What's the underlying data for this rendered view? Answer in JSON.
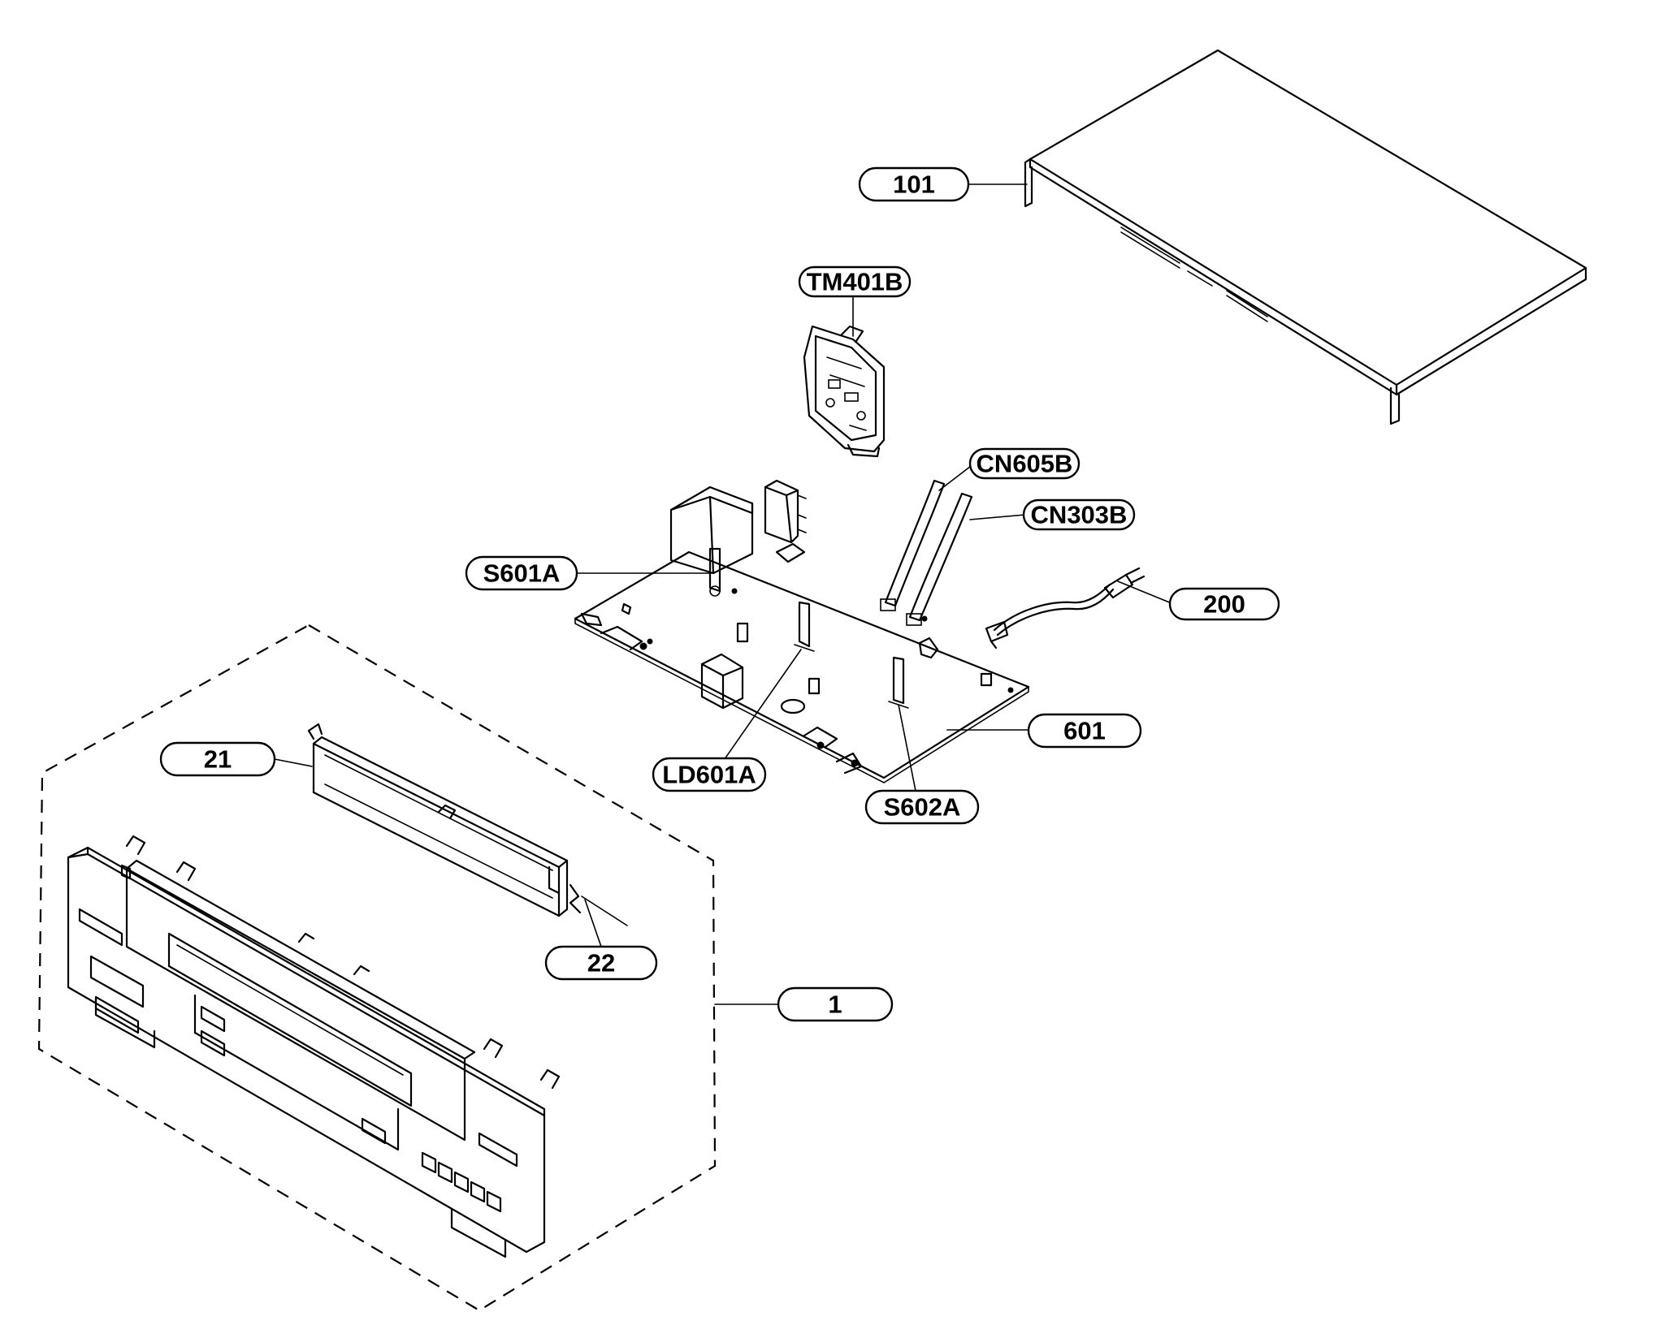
{
  "callouts": [
    {
      "id": "101",
      "text": "101"
    },
    {
      "id": "TM401B",
      "text": "TM401B"
    },
    {
      "id": "CN605B",
      "text": "CN605B"
    },
    {
      "id": "CN303B",
      "text": "CN303B"
    },
    {
      "id": "S601A",
      "text": "S601A"
    },
    {
      "id": "200",
      "text": "200"
    },
    {
      "id": "601",
      "text": "601"
    },
    {
      "id": "LD601A",
      "text": "LD601A"
    },
    {
      "id": "S602A",
      "text": "S602A"
    },
    {
      "id": "21",
      "text": "21"
    },
    {
      "id": "22",
      "text": "22"
    },
    {
      "id": "1",
      "text": "1"
    }
  ],
  "colors": {
    "line": "#000000",
    "background": "#ffffff"
  }
}
